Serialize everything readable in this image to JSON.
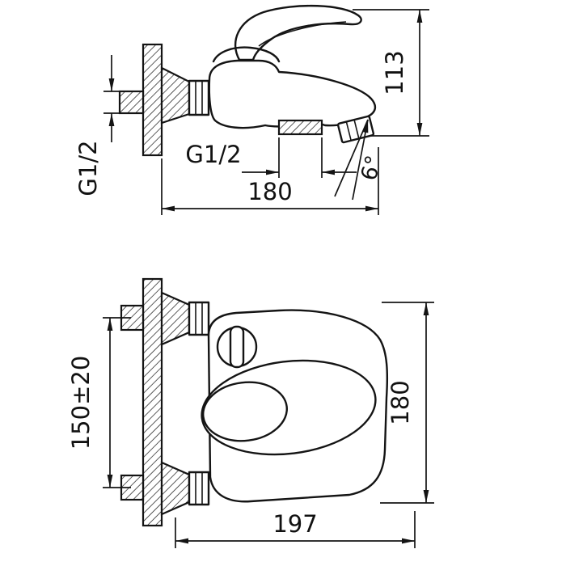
{
  "drawing": {
    "side_view": {
      "dim_height": "113",
      "dim_wall_thread": "G1/2",
      "dim_outlet_thread": "G1/2",
      "dim_width": "180",
      "dim_spout_angle": "6°"
    },
    "front_view": {
      "dim_mount_spacing": "150±20",
      "dim_height": "180",
      "dim_width": "197"
    }
  }
}
